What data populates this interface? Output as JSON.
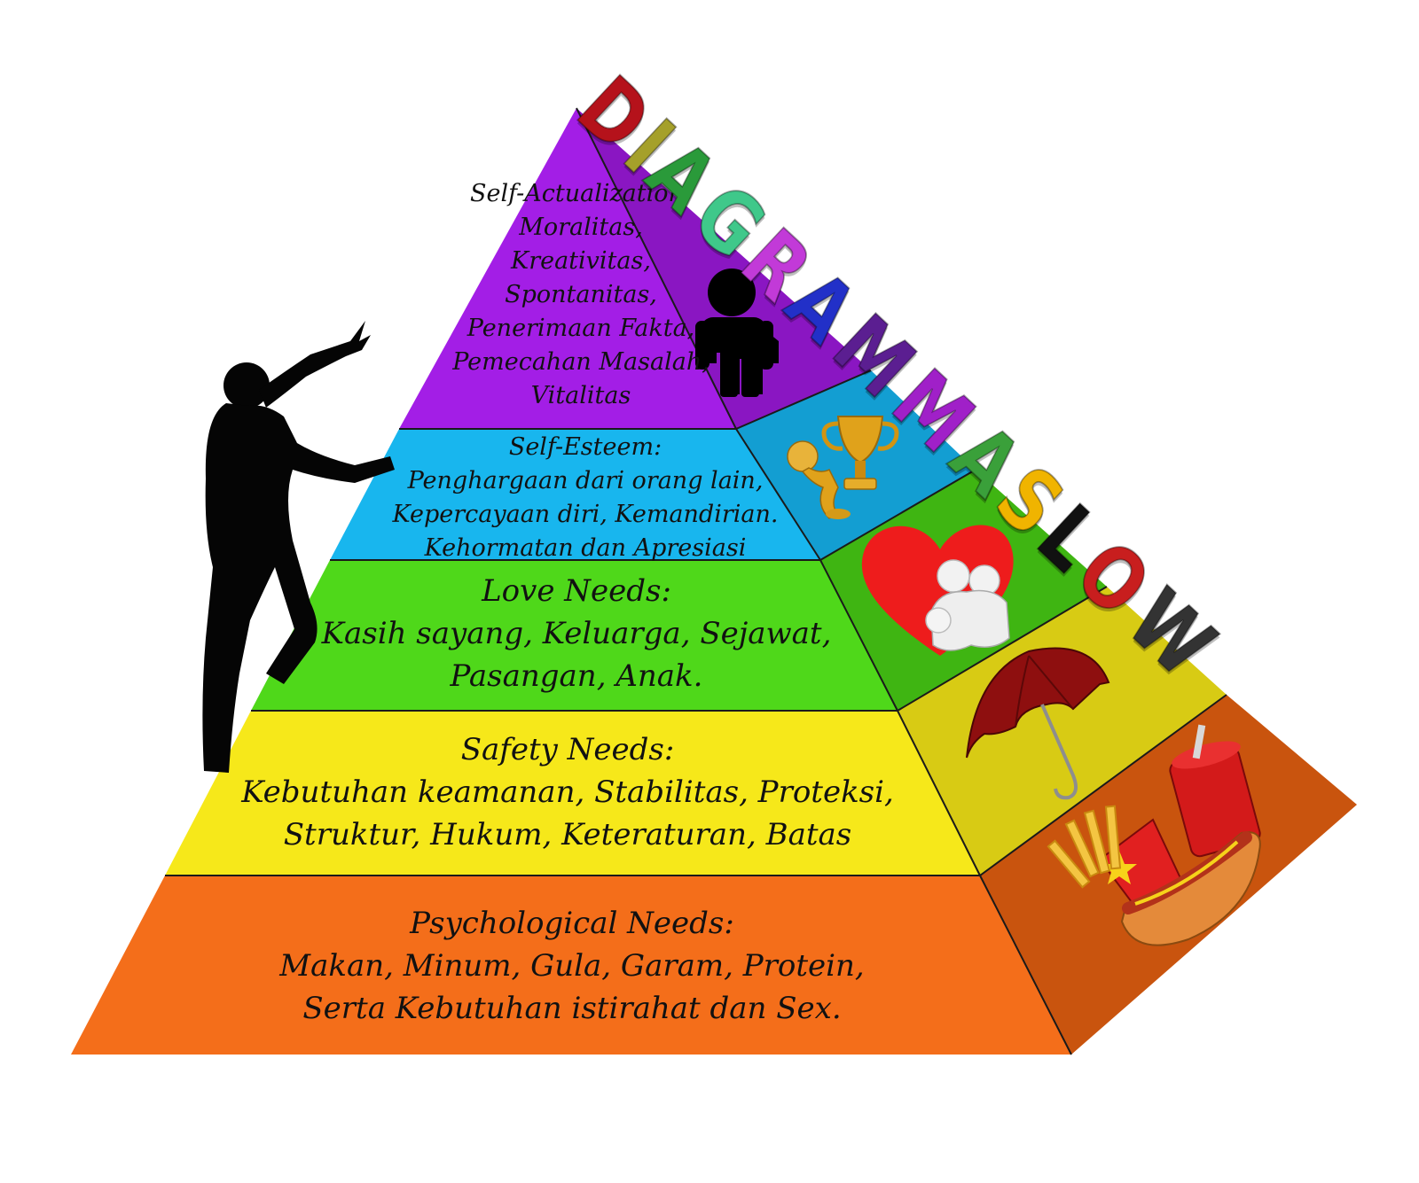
{
  "title": {
    "text": "DIAGRAM MASLOW",
    "letter_colors": [
      "#b5121b",
      "#a5a02a",
      "#2a9a3a",
      "#3fc88a",
      "#c23ad8",
      "#2230c8",
      "#5b1e91",
      "",
      "#a020c8",
      "#3aa03a",
      "#f0b400",
      "#111111",
      "#c81e1e"
    ]
  },
  "levels": [
    {
      "id": "self-actualization",
      "title": "Self-Actualization:",
      "lines": [
        "Moralitas,",
        "Kreativitas,",
        "Spontanitas,",
        "Penerimaan Fakta,",
        "Pemecahan Masalah,",
        "Vitalitas"
      ],
      "front_color": "#a31ee6",
      "side_color": "#8a16c2",
      "icon": "person-icon"
    },
    {
      "id": "self-esteem",
      "title": "Self-Esteem:",
      "lines": [
        "Penghargaan dari orang lain,",
        "Kepercayaan diri, Kemandirian.",
        "Kehormatan dan Apresiasi"
      ],
      "front_color": "#18b6ee",
      "side_color": "#139ed2",
      "icon": "trophy-icon"
    },
    {
      "id": "love",
      "title": "Love Needs:",
      "lines": [
        "Kasih sayang, Keluarga, Sejawat,",
        "Pasangan, Anak."
      ],
      "front_color": "#4fd81a",
      "side_color": "#3fb512",
      "icon": "heart-couple-icon"
    },
    {
      "id": "safety",
      "title": "Safety Needs:",
      "lines": [
        "Kebutuhan keamanan, Stabilitas, Proteksi,",
        "Struktur, Hukum, Keteraturan, Batas"
      ],
      "front_color": "#f6e81a",
      "side_color": "#d8cb14",
      "icon": "umbrella-icon"
    },
    {
      "id": "physiological",
      "title": "Psychological Needs:",
      "lines": [
        "Makan, Minum, Gula, Garam, Protein,",
        "Serta Kebutuhan istirahat dan Sex."
      ],
      "front_color": "#f46e1a",
      "side_color": "#c9540e",
      "icon": "fast-food-icon"
    }
  ],
  "decorations": {
    "climber": "climber-silhouette"
  }
}
